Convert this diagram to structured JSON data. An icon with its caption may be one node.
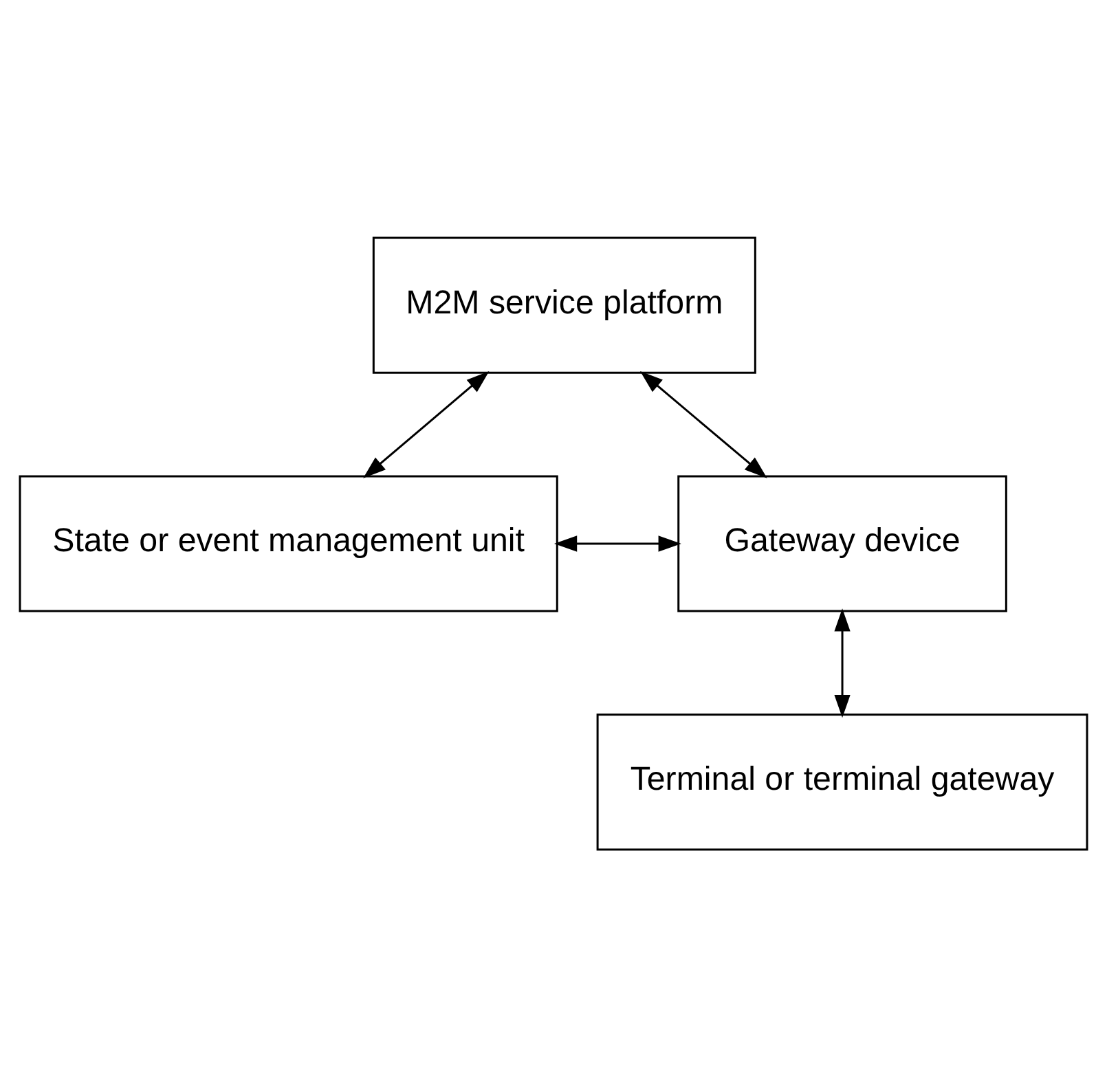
{
  "diagram": {
    "nodes": [
      {
        "text": [
          "M2M service platform"
        ]
      },
      {
        "text": [
          "State or event management unit"
        ]
      },
      {
        "text": [
          "Gateway device"
        ]
      },
      {
        "text": [
          "Terminal or terminal gateway"
        ]
      }
    ],
    "edges": [
      {
        "from": 0,
        "to": 1,
        "arrow": "both"
      },
      {
        "from": 0,
        "to": 2,
        "arrow": "both"
      },
      {
        "from": 2,
        "to": 1,
        "arrow": "both"
      },
      {
        "from": 2,
        "to": 3,
        "arrow": "both"
      }
    ]
  }
}
